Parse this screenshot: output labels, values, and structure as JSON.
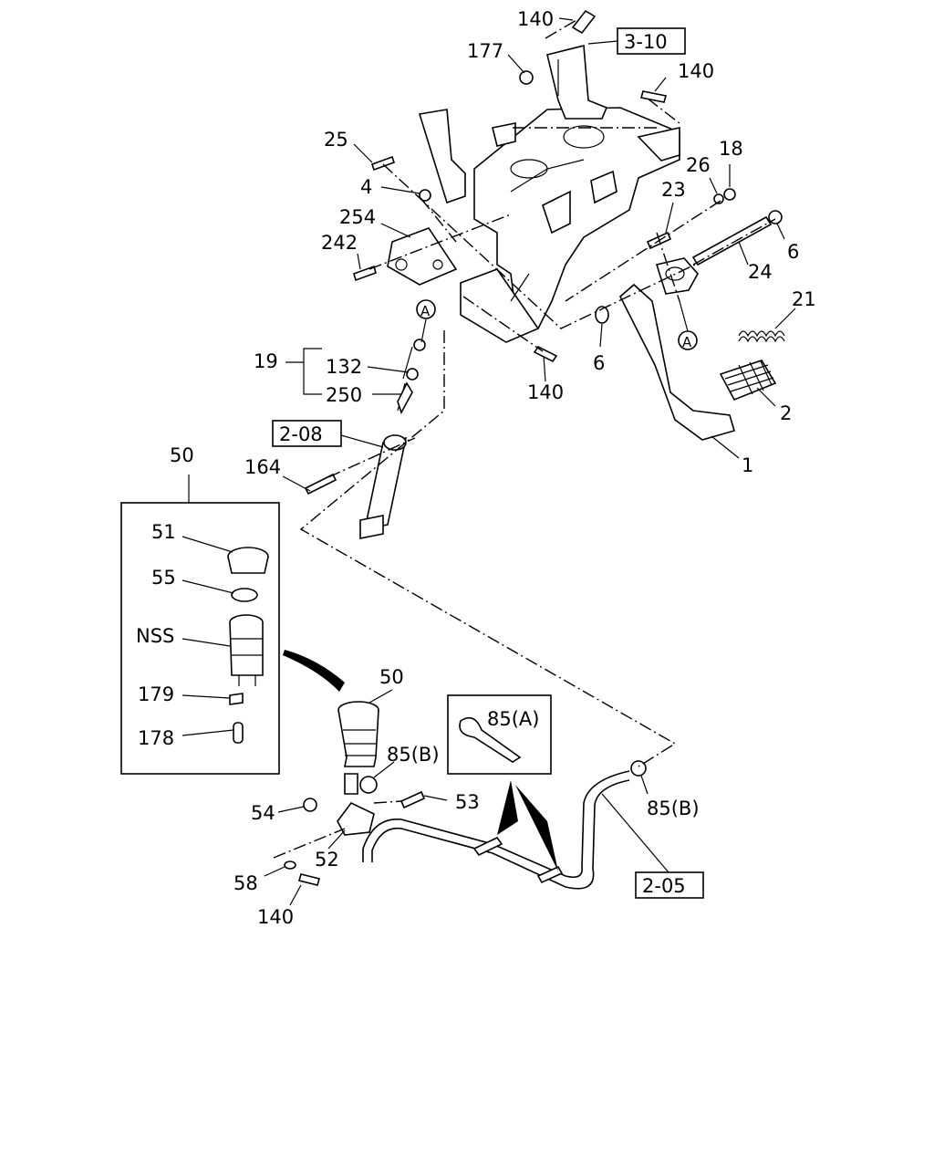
{
  "labels": {
    "p140_top": "140",
    "p177": "177",
    "ref_3_10": "3-10",
    "p140_upper_right": "140",
    "p25": "25",
    "p18": "18",
    "p26": "26",
    "p4": "4",
    "p23": "23",
    "p254": "254",
    "p6_right": "6",
    "p242": "242",
    "p24": "24",
    "p21": "21",
    "circle_a_top": "A",
    "circle_a_pedal": "A",
    "p19": "19",
    "p132": "132",
    "p250": "250",
    "p6_mid": "6",
    "p140_mid": "140",
    "p2": "2",
    "ref_2_08": "2-08",
    "p1": "1",
    "p50_box": "50",
    "p164": "164",
    "p51": "51",
    "p55": "55",
    "nss": "NSS",
    "p179": "179",
    "p178": "178",
    "p50_center": "50",
    "p85a": "85(A)",
    "p85b_mid": "85(B)",
    "p85b_right": "85(B)",
    "p53": "53",
    "p54": "54",
    "p52": "52",
    "p58": "58",
    "p140_bottom": "140",
    "ref_2_05": "2-05"
  }
}
